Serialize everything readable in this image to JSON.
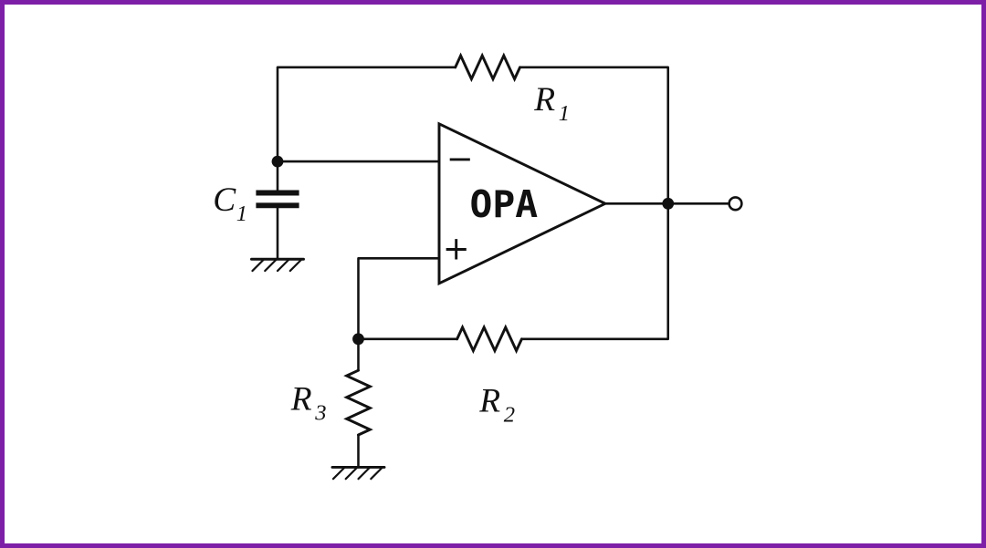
{
  "colors": {
    "border": "#7e1fa8",
    "line": "#111111",
    "background": "#ffffff"
  },
  "opamp": {
    "label": "OPA",
    "inverting_sign": "−",
    "noninverting_sign": "+"
  },
  "components": {
    "r1": {
      "base": "R",
      "sub": "1"
    },
    "r2": {
      "base": "R",
      "sub": "2"
    },
    "r3": {
      "base": "R",
      "sub": "3"
    },
    "c1": {
      "base": "C",
      "sub": "1"
    }
  }
}
